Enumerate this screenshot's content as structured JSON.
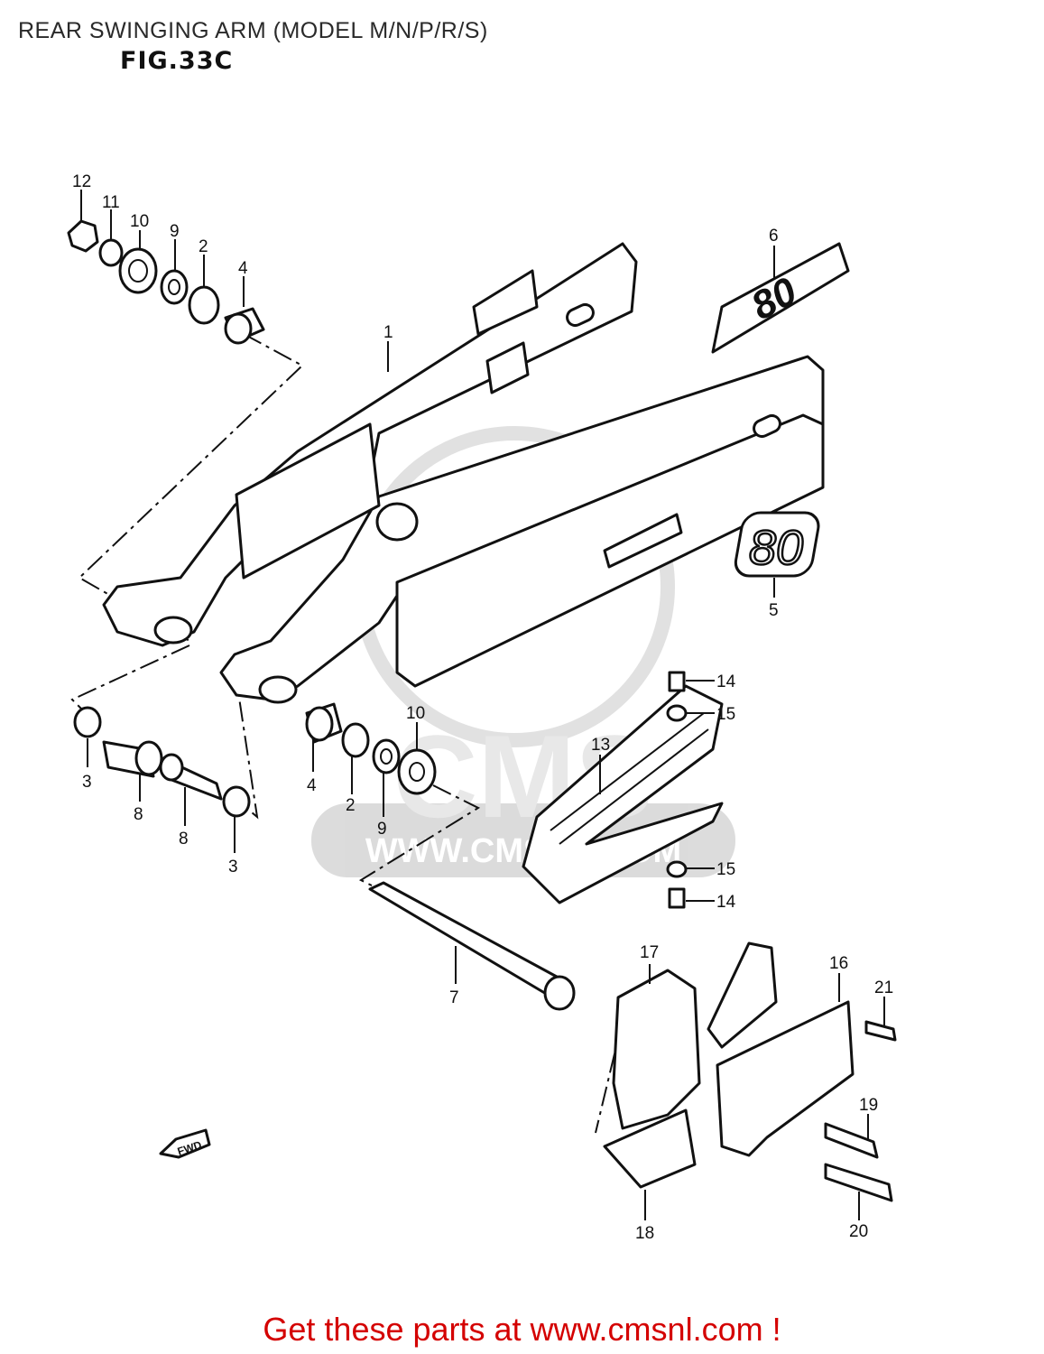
{
  "header": {
    "title": "REAR SWINGING ARM (MODEL M/N/P/R/S)",
    "figure": "FIG.33C"
  },
  "footer": {
    "cta": "Get these parts at www.cmsnl.com !"
  },
  "watermark": {
    "brand": "CMS",
    "url": "WWW.CMSNL.COM"
  },
  "decals": {
    "decal_5_text": "80",
    "decal_6_text": "80"
  },
  "fwd_label": "FWD",
  "callouts": [
    "12",
    "11",
    "10",
    "9",
    "2",
    "4",
    "1",
    "6",
    "5",
    "14",
    "15",
    "13",
    "15",
    "14",
    "10",
    "3",
    "8",
    "8",
    "3",
    "4",
    "2",
    "9",
    "7",
    "17",
    "16",
    "21",
    "19",
    "18",
    "20"
  ]
}
